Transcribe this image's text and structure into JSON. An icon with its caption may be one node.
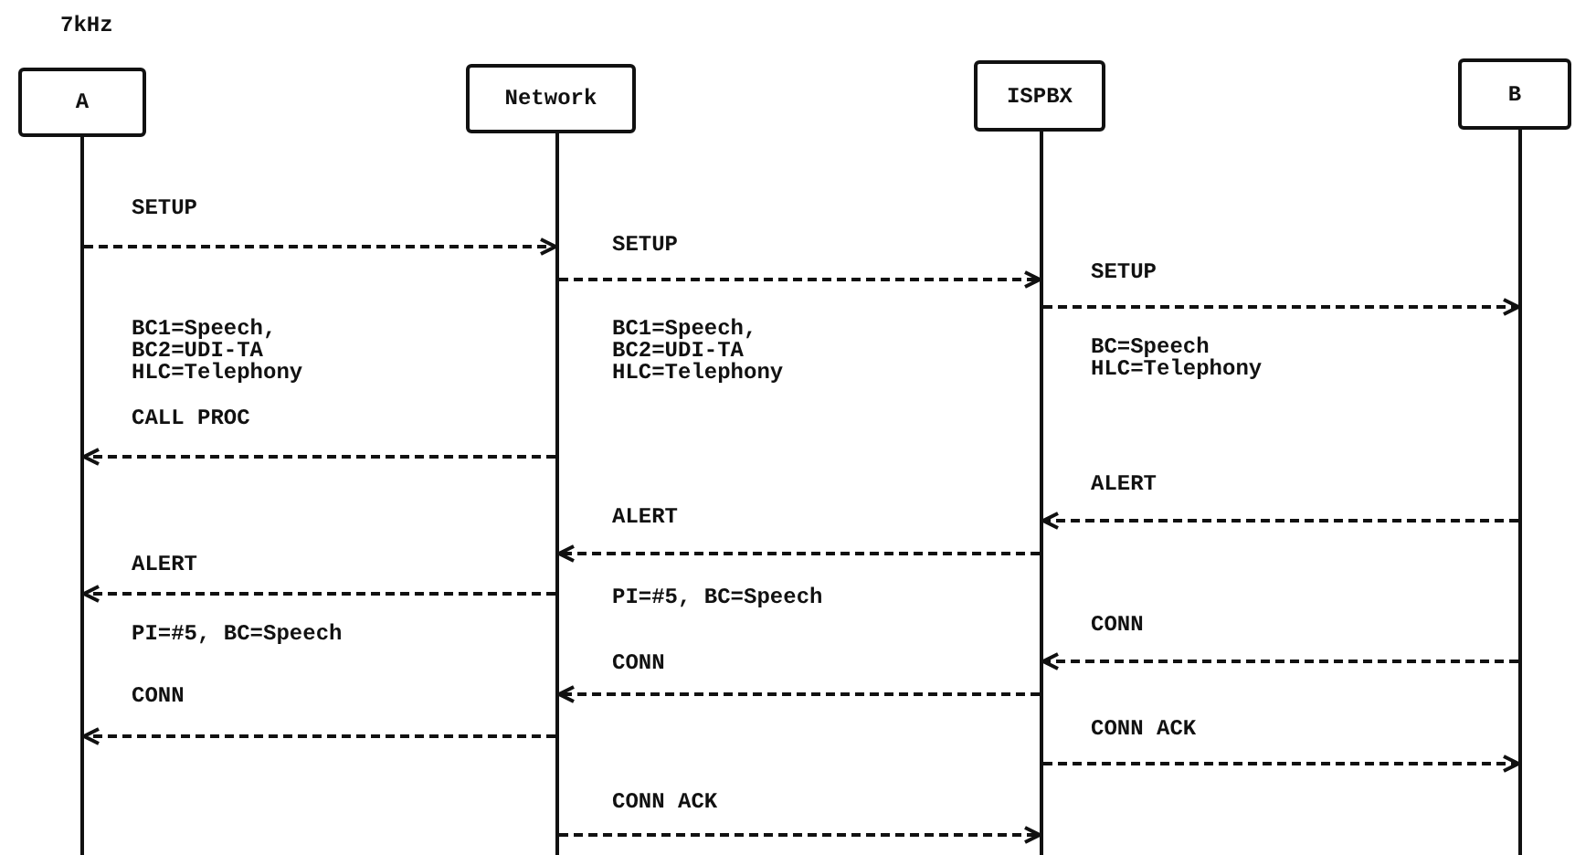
{
  "diagram": {
    "nodes": [
      {
        "text": [
          "A"
        ]
      },
      {
        "text": [
          "Network"
        ]
      },
      {
        "text": [
          "ISPBX"
        ]
      },
      {
        "text": [
          "B"
        ]
      }
    ],
    "edges": [
      {
        "from": 0,
        "to": 1,
        "arrow": "to",
        "label": "SETUP",
        "style": "dashed"
      },
      {
        "from": 1,
        "to": 2,
        "arrow": "to",
        "label": "SETUP",
        "style": "dashed"
      },
      {
        "from": 2,
        "to": 3,
        "arrow": "to",
        "label": "SETUP",
        "style": "dashed"
      },
      {
        "from": 1,
        "to": 0,
        "arrow": "to",
        "label": "CALL PROC",
        "style": "dashed"
      },
      {
        "from": 3,
        "to": 2,
        "arrow": "to",
        "label": "ALERT",
        "style": "dashed"
      },
      {
        "from": 2,
        "to": 1,
        "arrow": "to",
        "label": "ALERT",
        "style": "dashed"
      },
      {
        "from": 1,
        "to": 0,
        "arrow": "to",
        "label": "ALERT",
        "style": "dashed"
      },
      {
        "from": 3,
        "to": 2,
        "arrow": "to",
        "label": "CONN",
        "style": "dashed"
      },
      {
        "from": 2,
        "to": 1,
        "arrow": "to",
        "label": "CONN",
        "style": "dashed"
      },
      {
        "from": 1,
        "to": 0,
        "arrow": "to",
        "label": "CONN",
        "style": "dashed"
      },
      {
        "from": 2,
        "to": 3,
        "arrow": "to",
        "label": "CONN ACK",
        "style": "dashed"
      },
      {
        "from": 1,
        "to": 2,
        "arrow": "to",
        "label": "CONN ACK",
        "style": "dashed"
      }
    ],
    "labels": [
      "7kHz",
      "BC1=Speech, BC2=UDI-TA HLC=Telephony",
      "BC1=Speech, BC2=UDI-TA HLC=Telephony",
      "BC=Speech HLC=Telephony",
      "PI=#5, BC=Speech",
      "PI=#5, BC=Speech"
    ]
  }
}
